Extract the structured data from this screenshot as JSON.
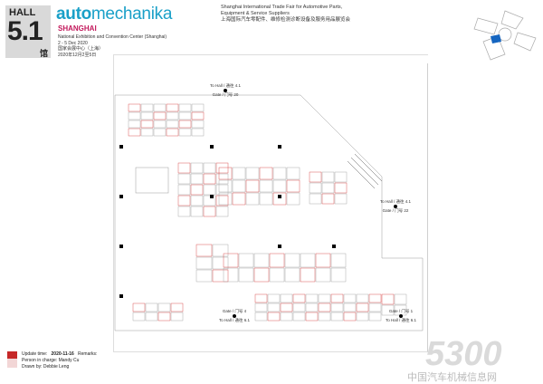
{
  "header": {
    "hall_word": "HALL",
    "hall_number": "5.1",
    "hall_cn": "馆",
    "brand_bold": "auto",
    "brand_rest": "mechanika",
    "city": "SHANGHAI",
    "venue_en": "National Exhibition and Convention Center (Shanghai)",
    "dates_en": "2 - 5 Dec 2020",
    "venue_cn": "国家会展中心（上海）",
    "dates_cn": "2020年12月2至5日",
    "fair_line1": "Shanghai International Trade Fair for Automotive Parts,",
    "fair_line2": "Equipment & Service Suppliers",
    "fair_line3": "上海国际汽车零配件、维修检测诊断设备及服务用品展览会"
  },
  "gates": {
    "top": {
      "to": "To Hall / 通往 4.1",
      "gate": "Gate / 门号 20"
    },
    "right": {
      "to": "To Hall / 通往 4.1",
      "gate": "Gate / 门号 22"
    },
    "bottom_left": {
      "gate": "Gate / 门号 4",
      "to": "To Hall / 通往 6.1"
    },
    "bottom_right": {
      "gate": "Gate / 门号 1",
      "to": "To Hall / 通往 6.1"
    }
  },
  "footer": {
    "update_label": "Update time:",
    "update_value": "2020-11-16",
    "remarks_label": "Remarks:",
    "person_label": "Person in charge:",
    "person_value": "Mandy Cu",
    "drawn_label": "Drawn by:",
    "drawn_value": "Debbie Leng"
  },
  "watermark": {
    "number": "5300",
    "site": "中国汽车机械信息网"
  },
  "colors": {
    "brand": "#1aa0c8",
    "city": "#c2185b",
    "booth_line": "#d32f2f",
    "booth_id": "#283593",
    "highlight": "#1565c0"
  }
}
